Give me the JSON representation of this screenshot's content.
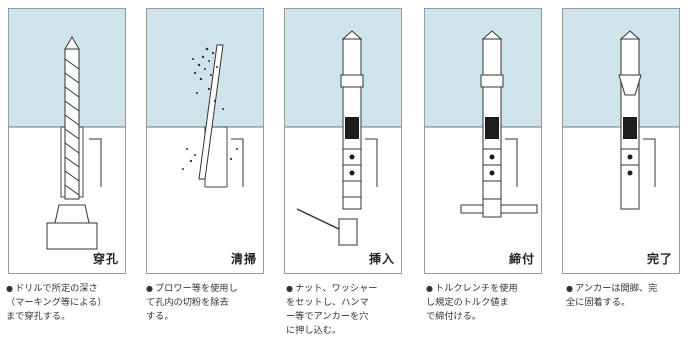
{
  "colors": {
    "concrete": "#cfe3ea",
    "frame_border": "#9a9a9a",
    "drawing_line": "#3a3a3a",
    "anchor_dark": "#1e1e1e",
    "text": "#333333"
  },
  "header_strip_text": [
    "",
    "",
    "",
    "",
    ""
  ],
  "steps": [
    {
      "label": "穿孔",
      "description": "ドリルで所定の深さ\n（マーキング等による）\nまで穿孔する。"
    },
    {
      "label": "清掃",
      "description": "ブロワー等を使用し\nて孔内の切粉を除去\nする。"
    },
    {
      "label": "挿入",
      "description": "ナット、ワッシャー\nをセットし、ハンマ\nー等でアンカーを穴\nに押し込む。"
    },
    {
      "label": "締付",
      "description": "トルクレンチを使用\nし規定のトルク値ま\nで締付ける。"
    },
    {
      "label": "完了",
      "description": "アンカーは開脚、完\n全に固着する。"
    }
  ]
}
